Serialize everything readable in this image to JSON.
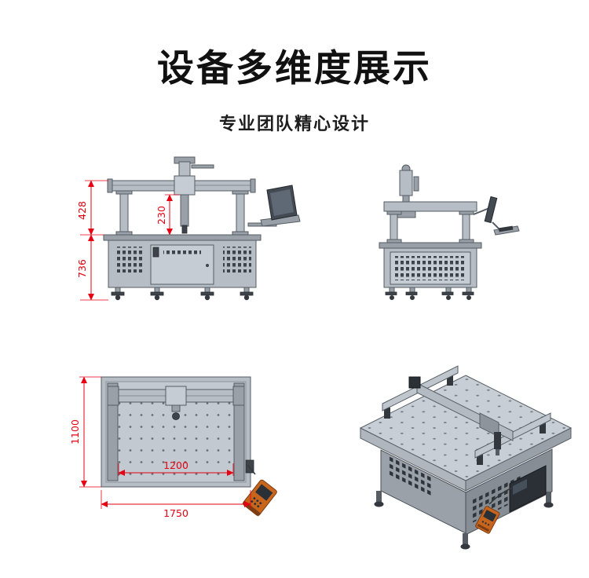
{
  "header": {
    "title": "设备多维度展示",
    "subtitle": "专业团队精心设计"
  },
  "views": {
    "front": {
      "dims": {
        "gantry_height": "428",
        "base_height": "736",
        "work_clearance": "230"
      }
    },
    "top": {
      "dims": {
        "depth": "1100",
        "width": "1750",
        "x_travel": "1200"
      }
    }
  },
  "colors": {
    "dimension_red": "#e60012",
    "machine_light": "#b7bdc5",
    "machine_mid": "#9aa0a8",
    "machine_dark": "#3f444b",
    "pendant_orange": "#c8651d",
    "title_color": "#111111"
  }
}
